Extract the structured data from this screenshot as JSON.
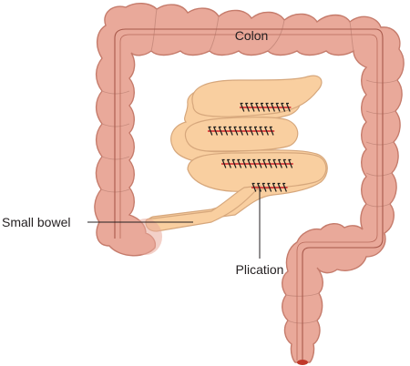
{
  "labels": {
    "colon": "Colon",
    "small_bowel": "Small bowel",
    "plication": "Plication"
  },
  "colors": {
    "colon_fill": "#e9a99a",
    "colon_outline": "#c57b6b",
    "colon_lumen_line": "#a8594b",
    "small_bowel_fill": "#f9cfa0",
    "small_bowel_outline": "#d6a77c",
    "suture_black": "#1d1d1b",
    "suture_red": "#d2232a",
    "leader_line": "#231f20"
  },
  "sutures": [
    {
      "name": "plication-row-1",
      "count": 10
    },
    {
      "name": "plication-row-2",
      "count": 13
    },
    {
      "name": "plication-row-3",
      "count": 14
    },
    {
      "name": "plication-row-4",
      "count": 7
    }
  ]
}
